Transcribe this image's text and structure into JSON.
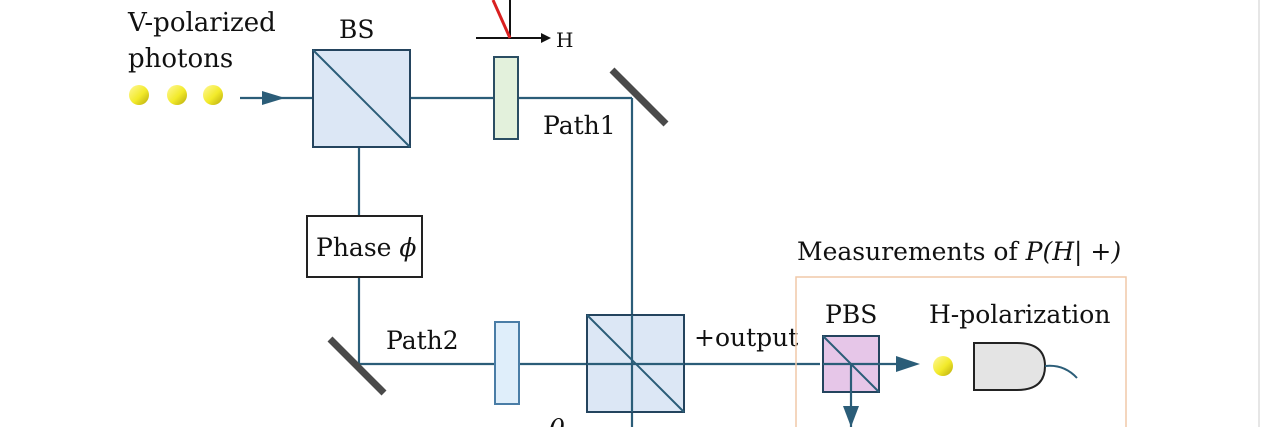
{
  "labels": {
    "source": [
      "V-polarized",
      "photons"
    ],
    "bs": "BS",
    "polarization_axis": "H",
    "path1": "Path1",
    "phase": "Phase ",
    "phase_symbol": "ϕ",
    "path2": "Path2",
    "output": "+output",
    "measurement_prefix": "Measurements of ",
    "measurement_formula": "P(H| +)",
    "pbs": "PBS",
    "detector": "H-polarization",
    "theta": "θ"
  },
  "colors": {
    "beam": "#2b5d78",
    "beamsplitter_fill": "#dce7f5",
    "pbs_fill": "#e6c6e8",
    "waveplate1_fill": "#e3f1dc",
    "waveplate2_fill": "#dfeefa",
    "photon": "#f2ea2a",
    "detector_fill": "#e4e4e4",
    "polarization_arrow": "#d92020",
    "measurement_box": "#f0c9a8"
  }
}
